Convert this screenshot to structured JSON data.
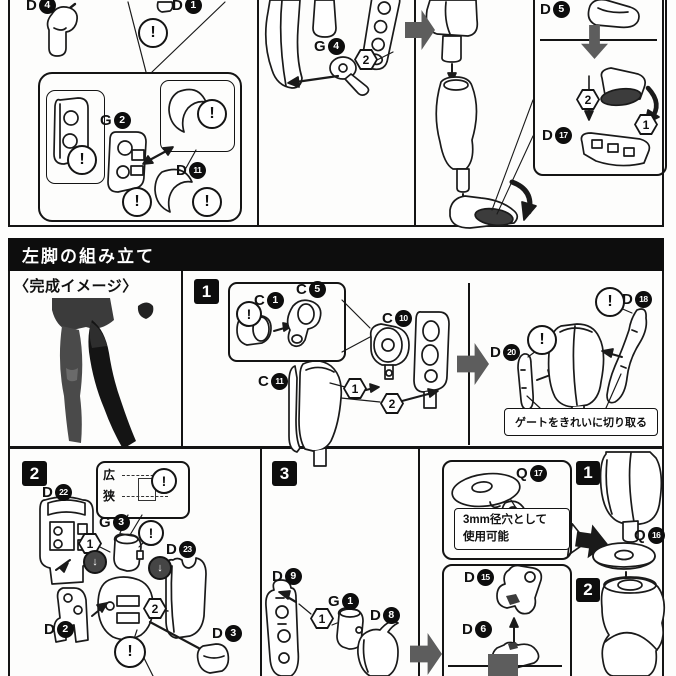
{
  "header": {
    "title": "左脚の組み立て"
  },
  "completed": {
    "label": "〈完成イメージ〉"
  },
  "steps": {
    "s1": "1",
    "s2": "2",
    "s3": "3",
    "r1": "1",
    "r2": "2"
  },
  "markers": {
    "one": "1",
    "two": "2"
  },
  "caution_glyph": "!",
  "orient_glyph": "↓",
  "notes": {
    "gate": "ゲートをきれいに切り取る",
    "hole_line1": "3mm径穴として",
    "hole_line2": "使用可能",
    "wide": "広",
    "narrow": "狭"
  },
  "colors": {
    "ink": "#141414",
    "arrow_gray": "#5d5d5d",
    "paper": "#fdfdfc"
  },
  "parts": {
    "d4": {
      "letter": "D",
      "num": "4"
    },
    "d1": {
      "letter": "D",
      "num": "1"
    },
    "g2": {
      "letter": "G",
      "num": "2"
    },
    "d11": {
      "letter": "D",
      "num": "11"
    },
    "g4": {
      "letter": "G",
      "num": "4"
    },
    "d5": {
      "letter": "D",
      "num": "5"
    },
    "d17": {
      "letter": "D",
      "num": "17"
    },
    "c1": {
      "letter": "C",
      "num": "1"
    },
    "c5": {
      "letter": "C",
      "num": "5"
    },
    "c10": {
      "letter": "C",
      "num": "10"
    },
    "c11": {
      "letter": "C",
      "num": "11"
    },
    "d20": {
      "letter": "D",
      "num": "20"
    },
    "d18": {
      "letter": "D",
      "num": "18"
    },
    "d22": {
      "letter": "D",
      "num": "22"
    },
    "g3": {
      "letter": "G",
      "num": "3"
    },
    "d23": {
      "letter": "D",
      "num": "23"
    },
    "d2": {
      "letter": "D",
      "num": "2"
    },
    "d3": {
      "letter": "D",
      "num": "3"
    },
    "d9": {
      "letter": "D",
      "num": "9"
    },
    "g1": {
      "letter": "G",
      "num": "1"
    },
    "d8": {
      "letter": "D",
      "num": "8"
    },
    "q17": {
      "letter": "Q",
      "num": "17"
    },
    "d15": {
      "letter": "D",
      "num": "15"
    },
    "d6": {
      "letter": "D",
      "num": "6"
    },
    "q16": {
      "letter": "Q",
      "num": "16"
    }
  }
}
